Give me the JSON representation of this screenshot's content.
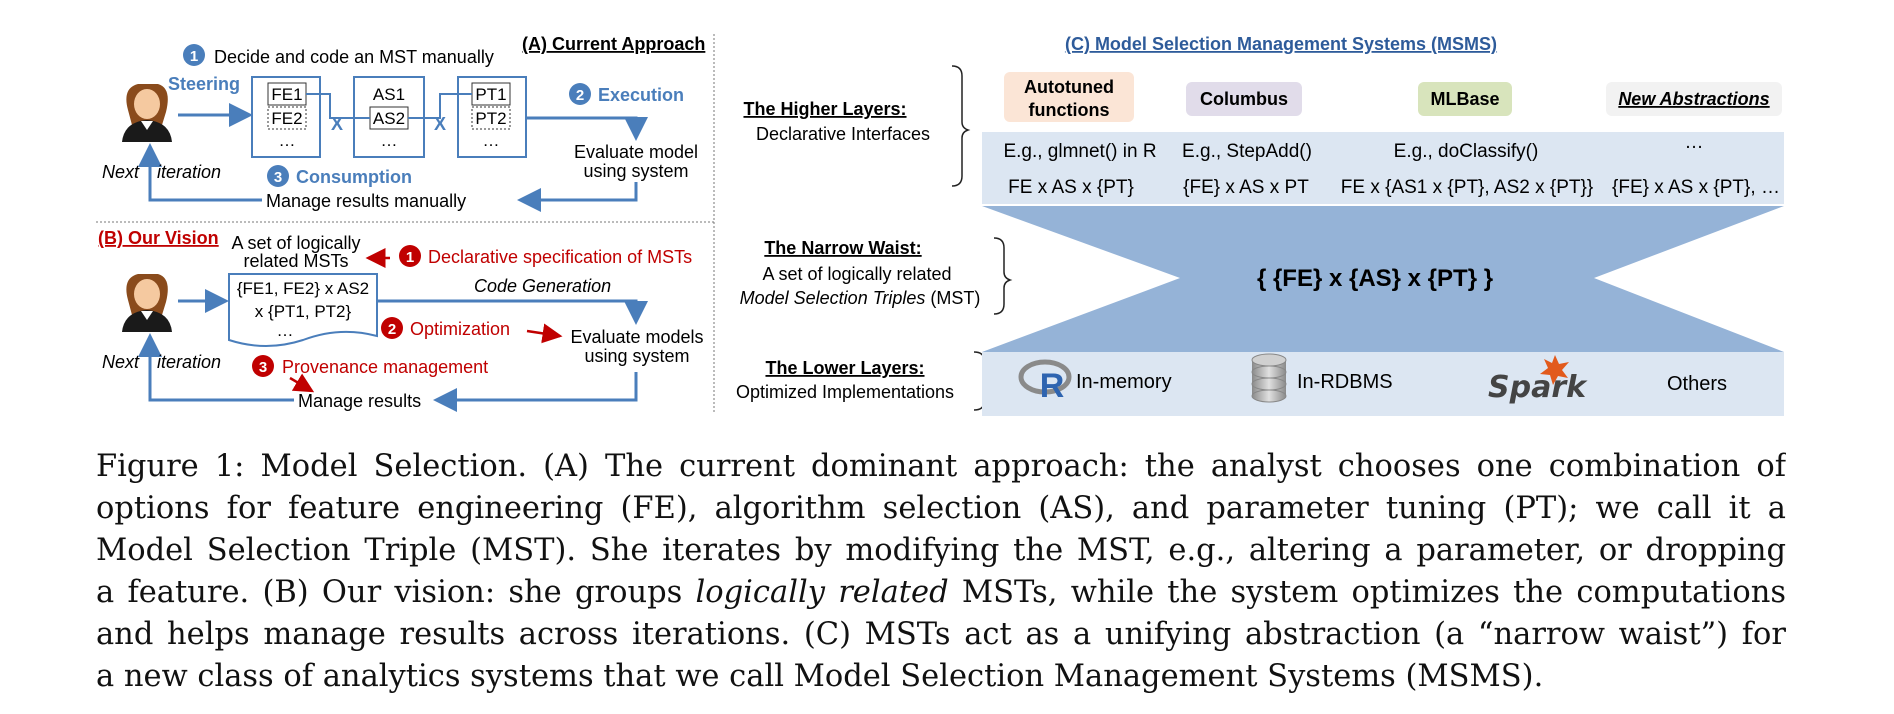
{
  "panelA": {
    "title": "(A) Current Approach",
    "step1": "Decide  and code an MST manually",
    "steering": "Steering",
    "fe": [
      "FE1",
      "FE2",
      "…"
    ],
    "as": [
      "AS1",
      "AS2",
      "…"
    ],
    "pt": [
      "PT1",
      "PT2",
      "…"
    ],
    "x": "X",
    "execution": "Execution",
    "consumption": "Consumption",
    "evaluate": [
      "Evaluate model",
      "using system"
    ],
    "next": "Next",
    "iteration": "iteration",
    "manage": "Manage results manually"
  },
  "panelB": {
    "title": "(B) Our Vision",
    "set_label": [
      "A set of logically",
      "related MSTs"
    ],
    "spec": "Declarative specification of MSTs",
    "mst_box": [
      "{FE1, FE2} x AS2",
      "x {PT1, PT2}",
      "…"
    ],
    "codegen": "Code Generation",
    "optimization": "Optimization",
    "evaluate": [
      "Evaluate models",
      "using system"
    ],
    "next": "Next",
    "iteration": "iteration",
    "provenance": "Provenance management",
    "manage": "Manage results"
  },
  "numbers": [
    "1",
    "2",
    "3"
  ],
  "panelC": {
    "title": "(C) Model Selection Management Systems (MSMS)",
    "higher_title": "The Higher Layers:",
    "higher_sub": "Declarative Interfaces",
    "narrow_title": "The Narrow Waist:",
    "narrow_sub1": "A set of logically related",
    "narrow_sub2_italic": "Model Selection Triples",
    "narrow_sub2_rest": " (MST)",
    "lower_title": "The Lower Layers:",
    "lower_sub": "Optimized Implementations",
    "systems": [
      {
        "label": [
          "Autotuned",
          "functions"
        ],
        "example": "E.g., glmnet() in R",
        "form": "FE x AS x {PT}"
      },
      {
        "label": [
          "Columbus"
        ],
        "example": "E.g., StepAdd()",
        "form": "{FE} x AS x PT"
      },
      {
        "label": [
          "MLBase"
        ],
        "example": "E.g., doClassify()",
        "form": "FE x {AS1 x {PT}, AS2 x {PT}}"
      },
      {
        "label": [
          "New Abstractions"
        ],
        "example": "…",
        "form": "{FE} x AS x {PT}, …"
      }
    ],
    "waist": "{ {FE} x {AS} x {PT} }",
    "backends": [
      "In-memory",
      "In-RDBMS",
      "Spark",
      "Others"
    ],
    "r_logo": "R"
  },
  "caption": {
    "lines": [
      "Figure 1: Model Selection. (A) The current dominant approach: the analyst chooses one combination of",
      "options for feature engineering (FE), algorithm selection (AS), and parameter tuning (PT); we call it a",
      "Model Selection Triple (MST). She iterates by modifying the MST, e.g., altering a parameter, or dropping",
      "a feature. (B) Our vision: she groups logically related MSTs, while the system optimizes the computations",
      "and helps manage results across iterations. (C) MSTs act as a unifying abstraction (a “narrow waist”) for",
      "a new class of analytics systems that we call Model Selection Management Systems (MSMS)."
    ]
  },
  "colors": {
    "blue": "#4a7ebb",
    "red": "#c00000",
    "band": "#dce6f2",
    "waist": "#95b3d7",
    "title_blue": "#2e5b9a"
  }
}
